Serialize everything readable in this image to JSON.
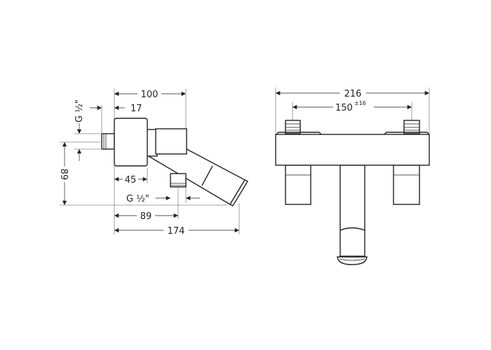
{
  "side_view": {
    "dim_total_height": "100",
    "dim_wall_offset": "17",
    "dim_inlet_thread": "G ½\"",
    "dim_height": "89",
    "dim_body_depth": "45",
    "dim_outlet_thread": "G ½\"",
    "dim_outlet_distance": "89",
    "dim_projection": "174"
  },
  "front_view": {
    "dim_width": "216",
    "dim_centers": "150",
    "dim_centers_tolerance": "±16"
  }
}
